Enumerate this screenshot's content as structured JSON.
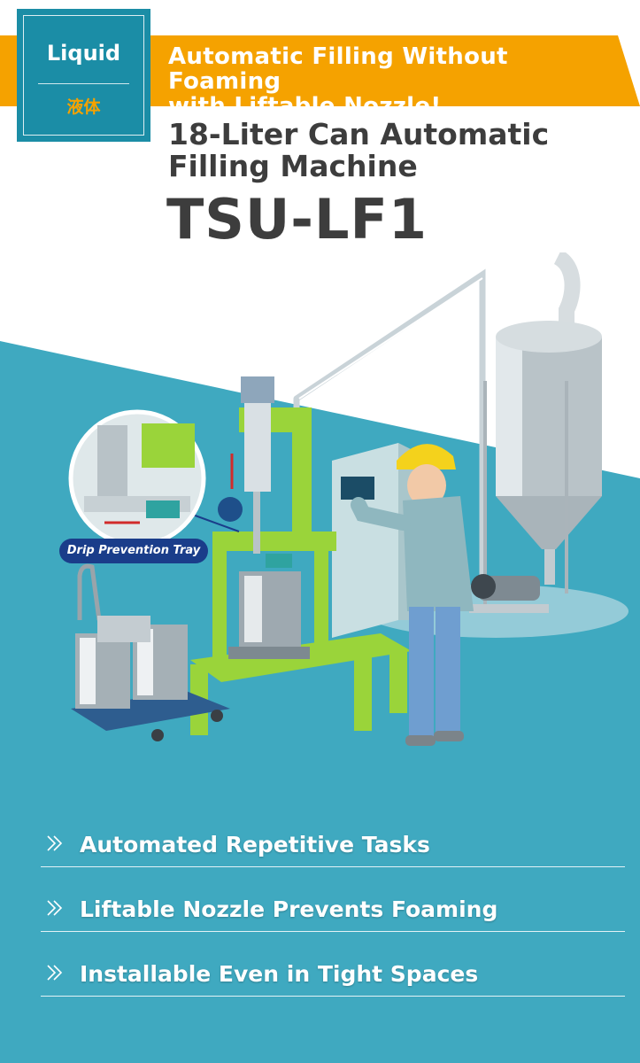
{
  "badge": {
    "label_en": "Liquid",
    "label_ja": "液体"
  },
  "banner": {
    "line1": "Automatic Filling Without Foaming",
    "line2": "with Liftable Nozzle!"
  },
  "header": {
    "subtitle_line1": "18-Liter Can Automatic",
    "subtitle_line2": "Filling Machine",
    "model": "TSU-LF1"
  },
  "callout": {
    "label": "Drip Prevention Tray"
  },
  "features": [
    {
      "icon": "double-chevron-right-icon",
      "label": "Automated Repetitive Tasks"
    },
    {
      "icon": "double-chevron-right-icon",
      "label": "Liftable Nozzle Prevents Foaming"
    },
    {
      "icon": "double-chevron-right-icon",
      "label": "Installable Even in Tight Spaces"
    }
  ],
  "colors": {
    "teal": "#3fa9c0",
    "badge": "#1b8da6",
    "banner": "#f5a200",
    "text_dark": "#3d3d3d",
    "callout": "#1a3d8a",
    "machine_green": "#9ad43a"
  }
}
